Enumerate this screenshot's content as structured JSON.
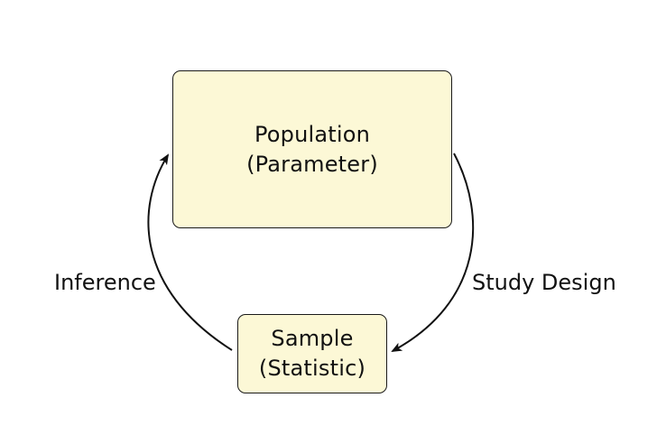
{
  "nodes": {
    "population": {
      "line1": "Population",
      "line2": "(Parameter)"
    },
    "sample": {
      "line1": "Sample",
      "line2": "(Statistic)"
    }
  },
  "edges": {
    "inference": {
      "label": "Inference",
      "from": "Sample",
      "to": "Population"
    },
    "study_design": {
      "label": "Study Design",
      "from": "Population",
      "to": "Sample"
    }
  },
  "colors": {
    "box_fill": "#fcf8d6",
    "stroke": "#1a1a1a"
  }
}
